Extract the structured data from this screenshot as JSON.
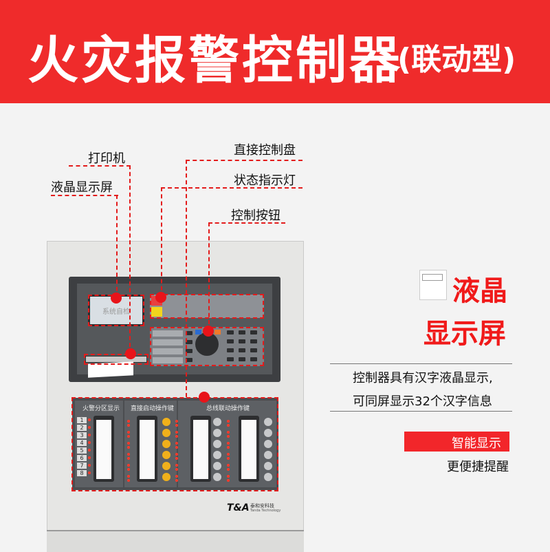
{
  "header": {
    "title": "火灾报警控制器",
    "subtitle": "(联动型)",
    "color": "#ef2b2b"
  },
  "callouts": {
    "printer": "打印机",
    "lcd": "液晶显示屏",
    "direct_panel": "直接控制盘",
    "status_leds": "状态指示灯",
    "control_buttons": "控制按钮"
  },
  "device": {
    "lcd_text": "系统自检",
    "sections": [
      "火警分区显示",
      "直接启动操作键",
      "总线联动操作键"
    ],
    "zones": [
      "1",
      "2",
      "3",
      "4",
      "5",
      "6",
      "7",
      "8"
    ],
    "brand_logo": "T&A",
    "brand_cn": "泰和安科技",
    "brand_en": "Tanda Technology"
  },
  "feature": {
    "heading_line1": "液晶",
    "heading_line2": "显示屏",
    "desc_line1": "控制器具有汉字液晶显示,",
    "desc_line2": "可同屏显示32个汉字信息",
    "tag": "智能显示",
    "tag_sub": "更便捷提醒",
    "accent": "#f01a1a"
  }
}
